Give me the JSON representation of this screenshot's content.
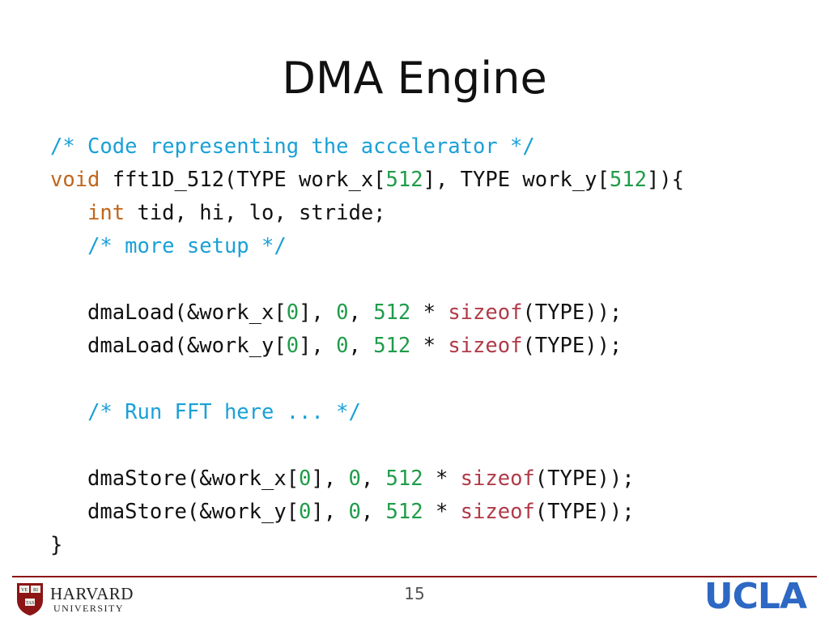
{
  "slide": {
    "title": "DMA Engine",
    "page_number": "15"
  },
  "code_lines": [
    [
      {
        "t": "/* Code representing the accelerator */",
        "k": "comment"
      }
    ],
    [
      {
        "t": "void",
        "k": "keyword"
      },
      {
        "t": " fft1D_512(TYPE work_x[",
        "k": "plain"
      },
      {
        "t": "512",
        "k": "number"
      },
      {
        "t": "], TYPE work_y[",
        "k": "plain"
      },
      {
        "t": "512",
        "k": "number"
      },
      {
        "t": "]){",
        "k": "plain"
      }
    ],
    [
      {
        "t": "   ",
        "k": "plain"
      },
      {
        "t": "int",
        "k": "keyword"
      },
      {
        "t": " tid, hi, lo, stride;",
        "k": "plain"
      }
    ],
    [
      {
        "t": "   ",
        "k": "plain"
      },
      {
        "t": "/* more setup */",
        "k": "comment"
      }
    ],
    [],
    [
      {
        "t": "   dmaLoad(&work_x[",
        "k": "plain"
      },
      {
        "t": "0",
        "k": "number"
      },
      {
        "t": "], ",
        "k": "plain"
      },
      {
        "t": "0",
        "k": "number"
      },
      {
        "t": ", ",
        "k": "plain"
      },
      {
        "t": "512",
        "k": "number"
      },
      {
        "t": " * ",
        "k": "plain"
      },
      {
        "t": "sizeof",
        "k": "builtin"
      },
      {
        "t": "(TYPE));",
        "k": "plain"
      }
    ],
    [
      {
        "t": "   dmaLoad(&work_y[",
        "k": "plain"
      },
      {
        "t": "0",
        "k": "number"
      },
      {
        "t": "], ",
        "k": "plain"
      },
      {
        "t": "0",
        "k": "number"
      },
      {
        "t": ", ",
        "k": "plain"
      },
      {
        "t": "512",
        "k": "number"
      },
      {
        "t": " * ",
        "k": "plain"
      },
      {
        "t": "sizeof",
        "k": "builtin"
      },
      {
        "t": "(TYPE));",
        "k": "plain"
      }
    ],
    [],
    [
      {
        "t": "   ",
        "k": "plain"
      },
      {
        "t": "/* Run FFT here ... */",
        "k": "comment"
      }
    ],
    [],
    [
      {
        "t": "   dmaStore(&work_x[",
        "k": "plain"
      },
      {
        "t": "0",
        "k": "number"
      },
      {
        "t": "], ",
        "k": "plain"
      },
      {
        "t": "0",
        "k": "number"
      },
      {
        "t": ", ",
        "k": "plain"
      },
      {
        "t": "512",
        "k": "number"
      },
      {
        "t": " * ",
        "k": "plain"
      },
      {
        "t": "sizeof",
        "k": "builtin"
      },
      {
        "t": "(TYPE));",
        "k": "plain"
      }
    ],
    [
      {
        "t": "   dmaStore(&work_y[",
        "k": "plain"
      },
      {
        "t": "0",
        "k": "number"
      },
      {
        "t": "], ",
        "k": "plain"
      },
      {
        "t": "0",
        "k": "number"
      },
      {
        "t": ", ",
        "k": "plain"
      },
      {
        "t": "512",
        "k": "number"
      },
      {
        "t": " * ",
        "k": "plain"
      },
      {
        "t": "sizeof",
        "k": "builtin"
      },
      {
        "t": "(TYPE));",
        "k": "plain"
      }
    ],
    [
      {
        "t": "}",
        "k": "plain"
      }
    ]
  ],
  "footer": {
    "harvard": {
      "shield_icon": "harvard-veritas-shield-icon",
      "shield_text": [
        "VE",
        "RI",
        "TAS"
      ],
      "wordmark_top": "HARVARD",
      "wordmark_bottom": "UNIVERSITY",
      "color": "#8c1515"
    },
    "ucla": {
      "wordmark": "UCLA",
      "color": "#2d68c4"
    }
  },
  "colors": {
    "comment": "#1aa0d8",
    "keyword": "#c0661c",
    "number": "#1f9c4a",
    "builtin": "#b03a48",
    "plain": "#111111",
    "rule": "#8c1515"
  }
}
